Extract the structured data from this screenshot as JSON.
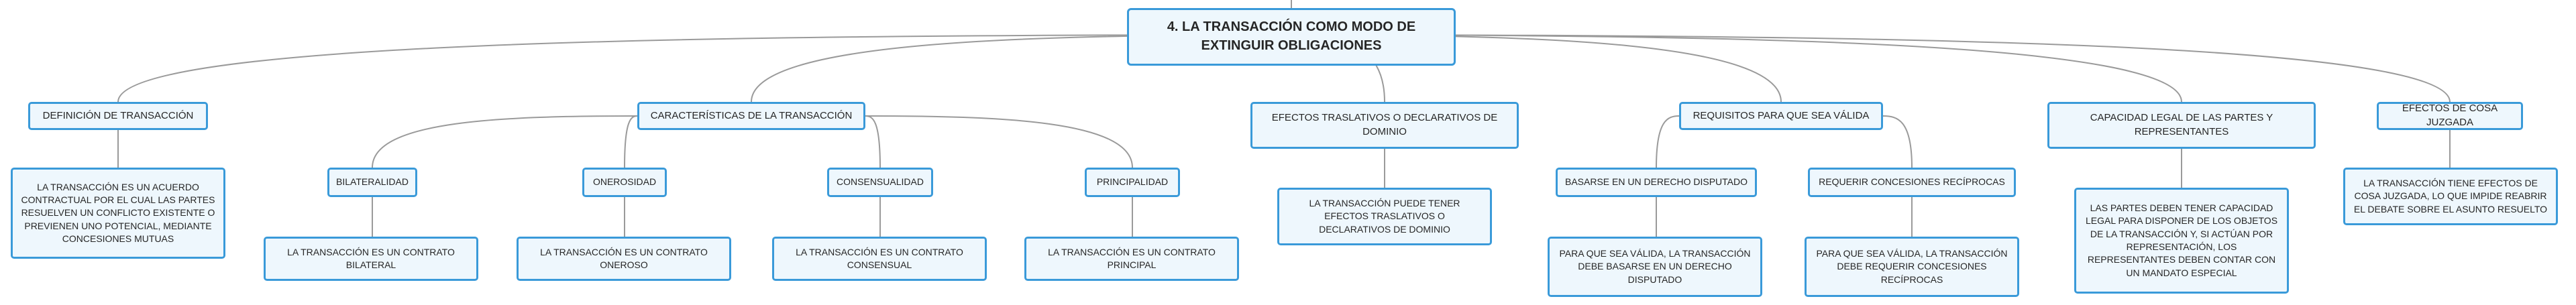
{
  "root": {
    "label": "4. LA TRANSACCIÓN COMO MODO DE EXTINGUIR OBLIGACIONES"
  },
  "branches": [
    {
      "label": "DEFINICIÓN DE TRANSACCIÓN",
      "detail": "LA TRANSACCIÓN ES UN ACUERDO CONTRACTUAL POR EL CUAL LAS PARTES RESUELVEN UN CONFLICTO EXISTENTE O PREVIENEN UNO POTENCIAL, MEDIANTE CONCESIONES MUTUAS"
    },
    {
      "label": "CARACTERÍSTICAS DE LA TRANSACCIÓN",
      "children": [
        {
          "label": "BILATERALIDAD",
          "detail": "LA TRANSACCIÓN ES UN CONTRATO BILATERAL"
        },
        {
          "label": "ONEROSIDAD",
          "detail": "LA TRANSACCIÓN ES UN CONTRATO ONEROSO"
        },
        {
          "label": "CONSENSUALIDAD",
          "detail": "LA TRANSACCIÓN ES UN CONTRATO CONSENSUAL"
        },
        {
          "label": "PRINCIPALIDAD",
          "detail": "LA TRANSACCIÓN ES UN CONTRATO PRINCIPAL"
        }
      ]
    },
    {
      "label": "EFECTOS TRASLATIVOS O DECLARATIVOS DE DOMINIO",
      "detail": "LA TRANSACCIÓN PUEDE TENER EFECTOS TRASLATIVOS O DECLARATIVOS DE DOMINIO"
    },
    {
      "label": "REQUISITOS PARA QUE SEA VÁLIDA",
      "children": [
        {
          "label": "BASARSE EN UN DERECHO DISPUTADO",
          "detail": "PARA QUE SEA VÁLIDA, LA TRANSACCIÓN DEBE BASARSE EN UN DERECHO DISPUTADO"
        },
        {
          "label": "REQUERIR CONCESIONES RECÍPROCAS",
          "detail": "PARA QUE SEA VÁLIDA, LA TRANSACCIÓN DEBE REQUERIR CONCESIONES RECÍPROCAS"
        }
      ]
    },
    {
      "label": "CAPACIDAD LEGAL DE LAS PARTES Y REPRESENTANTES",
      "detail": "LAS PARTES DEBEN TENER CAPACIDAD LEGAL PARA DISPONER DE LOS OBJETOS DE LA TRANSACCIÓN Y, SI ACTÚAN POR REPRESENTACIÓN, LOS REPRESENTANTES DEBEN CONTAR CON UN MANDATO ESPECIAL"
    },
    {
      "label": "EFECTOS DE COSA JUZGADA",
      "detail": "LA TRANSACCIÓN TIENE EFECTOS DE COSA JUZGADA, LO QUE IMPIDE REABRIR EL DEBATE SOBRE EL ASUNTO RESUELTO"
    }
  ]
}
